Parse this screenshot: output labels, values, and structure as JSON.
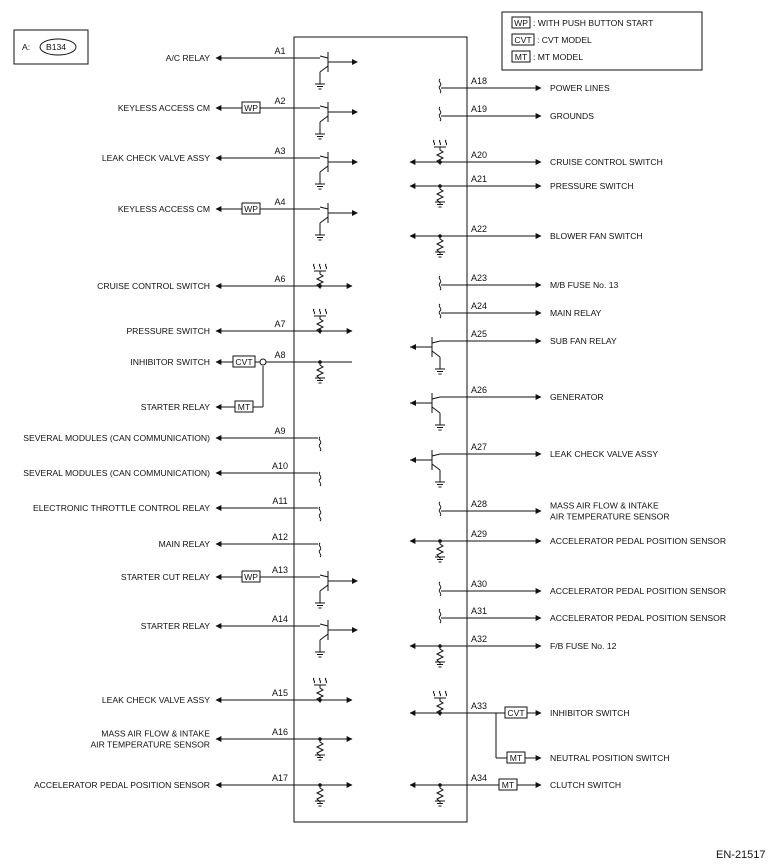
{
  "connector": {
    "prefix": "A:",
    "id": "B134"
  },
  "legend": [
    {
      "code": "WP",
      "desc": ": WITH PUSH BUTTON START"
    },
    {
      "code": "CVT",
      "desc": ": CVT MODEL"
    },
    {
      "code": "MT",
      "desc": ": MT MODEL"
    }
  ],
  "left_pins": [
    {
      "pin": "A1",
      "label": "A/C RELAY",
      "tag": "",
      "sym": "transistor",
      "dir": "out"
    },
    {
      "pin": "A2",
      "label": "KEYLESS ACCESS CM",
      "tag": "WP",
      "sym": "transistor",
      "dir": "out"
    },
    {
      "pin": "A3",
      "label": "LEAK CHECK VALVE ASSY",
      "tag": "",
      "sym": "transistor",
      "dir": "out"
    },
    {
      "pin": "A4",
      "label": "KEYLESS ACCESS CM",
      "tag": "WP",
      "sym": "transistor",
      "dir": "out"
    },
    {
      "pin": "A6",
      "label": "CRUISE CONTROL SWITCH",
      "tag": "",
      "sym": "pull",
      "dir": "both"
    },
    {
      "pin": "A7",
      "label": "PRESSURE SWITCH",
      "tag": "",
      "sym": "pull",
      "dir": "both"
    },
    {
      "pin": "A8",
      "label": "INHIBITOR SWITCH",
      "tag": "CVT",
      "sym": "res",
      "dir": "in"
    },
    {
      "pin": "",
      "label": "STARTER RELAY",
      "tag": "MT",
      "sym": "branch",
      "dir": "in"
    },
    {
      "pin": "A9",
      "label": "SEVERAL MODULES (CAN COMMUNICATION)",
      "tag": "",
      "sym": "wave",
      "dir": "out"
    },
    {
      "pin": "A10",
      "label": "SEVERAL MODULES (CAN COMMUNICATION)",
      "tag": "",
      "sym": "wave",
      "dir": "out"
    },
    {
      "pin": "A11",
      "label": "ELECTRONIC THROTTLE CONTROL RELAY",
      "tag": "",
      "sym": "wave",
      "dir": "out"
    },
    {
      "pin": "A12",
      "label": "MAIN RELAY",
      "tag": "",
      "sym": "wave",
      "dir": "out"
    },
    {
      "pin": "A13",
      "label": "STARTER CUT RELAY",
      "tag": "WP",
      "sym": "transistor",
      "dir": "out"
    },
    {
      "pin": "A14",
      "label": "STARTER RELAY",
      "tag": "",
      "sym": "transistor",
      "dir": "out"
    },
    {
      "pin": "A15",
      "label": "LEAK CHECK VALVE ASSY",
      "tag": "",
      "sym": "pull",
      "dir": "both"
    },
    {
      "pin": "A16",
      "label": "MASS AIR FLOW & INTAKE\nAIR TEMPERATURE SENSOR",
      "tag": "",
      "sym": "res",
      "dir": "both"
    },
    {
      "pin": "A17",
      "label": "ACCELERATOR PEDAL POSITION SENSOR",
      "tag": "",
      "sym": "res",
      "dir": "both"
    }
  ],
  "right_pins": [
    {
      "pin": "A18",
      "label": "POWER LINES",
      "tag": "",
      "sym": "wave",
      "dir": "out"
    },
    {
      "pin": "A19",
      "label": "GROUNDS",
      "tag": "",
      "sym": "wave",
      "dir": "out"
    },
    {
      "pin": "A20",
      "label": "CRUISE CONTROL SWITCH",
      "tag": "",
      "sym": "pull",
      "dir": "both"
    },
    {
      "pin": "A21",
      "label": "PRESSURE SWITCH",
      "tag": "",
      "sym": "res",
      "dir": "both"
    },
    {
      "pin": "A22",
      "label": "BLOWER FAN SWITCH",
      "tag": "",
      "sym": "res",
      "dir": "both"
    },
    {
      "pin": "A23",
      "label": "M/B FUSE No. 13",
      "tag": "",
      "sym": "wave",
      "dir": "out"
    },
    {
      "pin": "A24",
      "label": "MAIN RELAY",
      "tag": "",
      "sym": "wave",
      "dir": "out"
    },
    {
      "pin": "A25",
      "label": "SUB FAN RELAY",
      "tag": "",
      "sym": "transistor",
      "dir": "out"
    },
    {
      "pin": "A26",
      "label": "GENERATOR",
      "tag": "",
      "sym": "transistor",
      "dir": "out"
    },
    {
      "pin": "A27",
      "label": "LEAK CHECK VALVE ASSY",
      "tag": "",
      "sym": "transistor",
      "dir": "out"
    },
    {
      "pin": "A28",
      "label": "MASS AIR FLOW & INTAKE\nAIR TEMPERATURE SENSOR",
      "tag": "",
      "sym": "wave",
      "dir": "out"
    },
    {
      "pin": "A29",
      "label": "ACCELERATOR PEDAL POSITION SENSOR",
      "tag": "",
      "sym": "res",
      "dir": "both"
    },
    {
      "pin": "A30",
      "label": "ACCELERATOR PEDAL POSITION SENSOR",
      "tag": "",
      "sym": "wave",
      "dir": "out"
    },
    {
      "pin": "A31",
      "label": "ACCELERATOR PEDAL POSITION SENSOR",
      "tag": "",
      "sym": "wave",
      "dir": "out"
    },
    {
      "pin": "A32",
      "label": "F/B FUSE No. 12",
      "tag": "",
      "sym": "res",
      "dir": "both"
    },
    {
      "pin": "A33",
      "label": "INHIBITOR SWITCH",
      "tag": "CVT",
      "sym": "pull",
      "dir": "both"
    },
    {
      "pin": "",
      "label": "NEUTRAL POSITION SWITCH",
      "tag": "MT",
      "sym": "branch",
      "dir": "out"
    },
    {
      "pin": "A34",
      "label": "CLUTCH SWITCH",
      "tag": "MT",
      "sym": "res",
      "dir": "both"
    }
  ],
  "footer": {
    "code": "EN-21517"
  }
}
